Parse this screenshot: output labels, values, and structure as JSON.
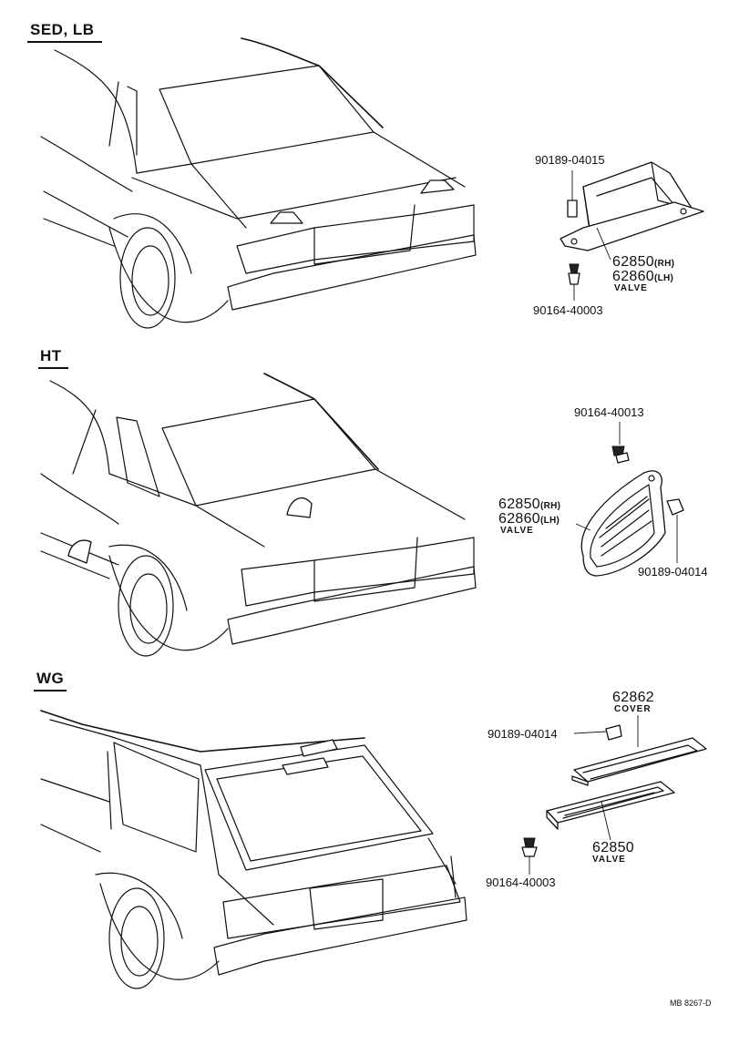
{
  "sections": {
    "sed_lb": "SED, LB",
    "ht": "HT",
    "wg": "WG"
  },
  "sed": {
    "part_90189": "90189-04015",
    "part_62850": "62850",
    "part_62850_suffix": "(RH)",
    "part_62860": "62860",
    "part_62860_suffix": "(LH)",
    "valve": "VALVE",
    "part_90164": "90164-40003"
  },
  "ht": {
    "part_90164": "90164-40013",
    "part_62850": "62850",
    "part_62850_suffix": "(RH)",
    "part_62860": "62860",
    "part_62860_suffix": "(LH)",
    "valve": "VALVE",
    "part_90189": "90189-04014"
  },
  "wg": {
    "part_62862": "62862",
    "cover": "COVER",
    "part_90189": "90189-04014",
    "part_62850": "62850",
    "valve": "VALVE",
    "part_90164": "90164-40003"
  },
  "footer_code": "MB 8267-D"
}
